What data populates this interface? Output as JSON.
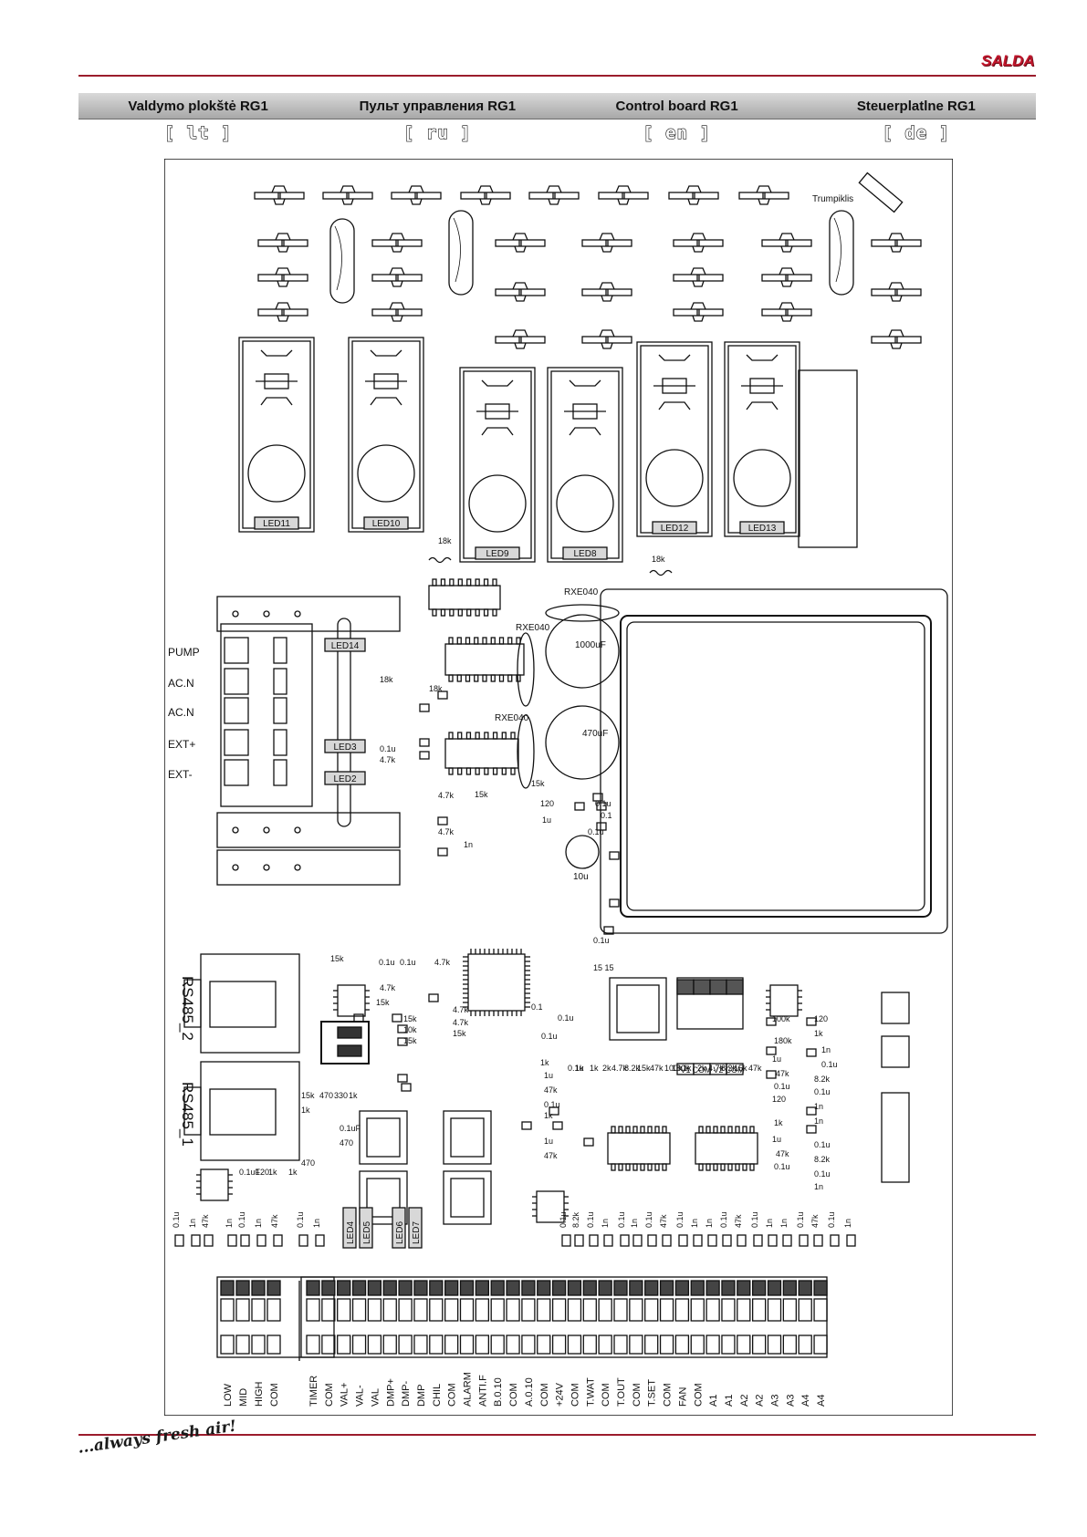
{
  "brand": "SALDA",
  "header": {
    "titles": [
      "Valdymo plokštė RG1",
      "Пульт управления RG1",
      "Control board RG1",
      "Steuerplatlne RG1"
    ],
    "langs": [
      "[ lt ]",
      "[ ru ]",
      "[ en ]",
      "[ de ]"
    ]
  },
  "board": {
    "trumpiklis": "Trumpiklis",
    "leds": [
      "LED11",
      "LED10",
      "LED9",
      "LED8",
      "LED12",
      "LED13",
      "LED14",
      "LED3",
      "LED2",
      "LED4",
      "LED5",
      "LED6",
      "LED7"
    ],
    "relays": [
      "RXE040",
      "RXE040",
      "RXE040"
    ],
    "caps": [
      "1000uF",
      "470uF",
      "10u"
    ],
    "power_terminals": [
      "PUMP",
      "AC.N",
      "AC.N",
      "EXT+",
      "EXT-"
    ],
    "rs485": [
      "RS485_2",
      "RS485_1"
    ],
    "v_terminals": [
      "V1",
      "COM",
      "V2",
      "COM"
    ],
    "component_values": [
      "18k",
      "18k",
      "0.1u",
      "4.7k",
      "4.7k",
      "4.7k",
      "15k",
      "15k",
      "120",
      "1u",
      "0.1u",
      "0.1u",
      "0.1",
      "1n",
      "0.1u",
      "15 15",
      "15k",
      "0.1u",
      "0.1u",
      "4.7k",
      "4.7k",
      "15k",
      "4.7k",
      "4.7k",
      "15k",
      "15k",
      "10k",
      "15k",
      "15k",
      "470",
      "330",
      "1k",
      "1k",
      "0.1uF",
      "470",
      "470",
      "0.1uF",
      "120",
      "1k",
      "1k",
      "0.1u",
      "0.1",
      "0.1u",
      "1k",
      "1u",
      "47k",
      "0.1u",
      "1k",
      "1u",
      "47k",
      "0.1u",
      "1k",
      "1k",
      "2k",
      "4.7k",
      "8.2k",
      "15k",
      "47k",
      "100k",
      "180k",
      "1k",
      "2k",
      "4.7k",
      "8.2k",
      "15k",
      "47k",
      "100k",
      "180k",
      "1u",
      "47k",
      "0.1u",
      "120",
      "1k",
      "1u",
      "47k",
      "0.1u",
      "120",
      "1k",
      "1n",
      "0.1u",
      "8.2k",
      "0.1u",
      "1n",
      "1n",
      "0.1u",
      "8.2k",
      "0.1u",
      "1n"
    ],
    "bottom_values": [
      "0.1u",
      "1n",
      "47k",
      "1n",
      "0.1u",
      "1n",
      "47k",
      "0.1u",
      "1n",
      "0.1u",
      "8.2k",
      "0.1u",
      "1n",
      "0.1u",
      "1n",
      "0.1u",
      "47k",
      "0.1u",
      "1n",
      "1n",
      "0.1u",
      "47k",
      "0.1u",
      "1n",
      "1n",
      "0.1u",
      "47k",
      "0.1u",
      "1n"
    ],
    "terminals": [
      "LOW",
      "MID",
      "HIGH",
      "COM",
      "TIMER",
      "COM",
      "VAL+",
      "VAL-",
      "VAL",
      "DMP+",
      "DMP-",
      "DMP",
      "CHIL",
      "COM",
      "ALARM",
      "ANTI.F",
      "B.0.10",
      "COM",
      "A.0.10",
      "COM",
      "+24V",
      "COM",
      "T.WAT",
      "COM",
      "T.OUT",
      "COM",
      "T.SET",
      "COM",
      "FAN",
      "COM",
      "A1",
      "A1",
      "A2",
      "A2",
      "A3",
      "A3",
      "A4",
      "A4"
    ]
  },
  "slogan": "...always fresh air!"
}
